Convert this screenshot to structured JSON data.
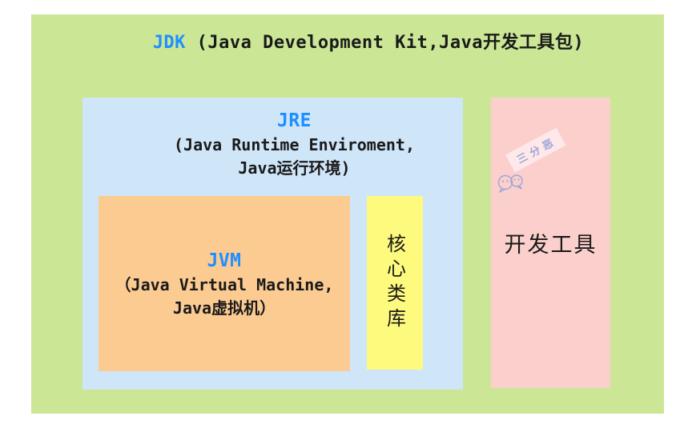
{
  "jdk": {
    "brand": "JDK",
    "rest": " (Java Development Kit,Java开发工具包)"
  },
  "jre": {
    "title": "JRE",
    "line1": "(Java Runtime Enviroment,",
    "line2": "Java运行环境)"
  },
  "jvm": {
    "title": "JVM",
    "line1": "（Java Virtual Machine,",
    "line2": "Java虚拟机）"
  },
  "core_library": {
    "label": "核心类库"
  },
  "dev_tools": {
    "label": "开发工具"
  },
  "watermark": {
    "text": "三分恶",
    "icon": "wechat-chat-bubbles-icon"
  },
  "colors": {
    "page_bg": "#ffffff",
    "canvas_green": "#cbe795",
    "jre_blue": "#cfe5f8",
    "jvm_orange": "#fccb92",
    "corelib_yellow": "#fdfa7e",
    "devtools_pink": "#fbcfcc",
    "accent_blue": "#1e8fff",
    "text_color": "#1a1a1a",
    "watermark_purple": "#9ea5d9"
  }
}
